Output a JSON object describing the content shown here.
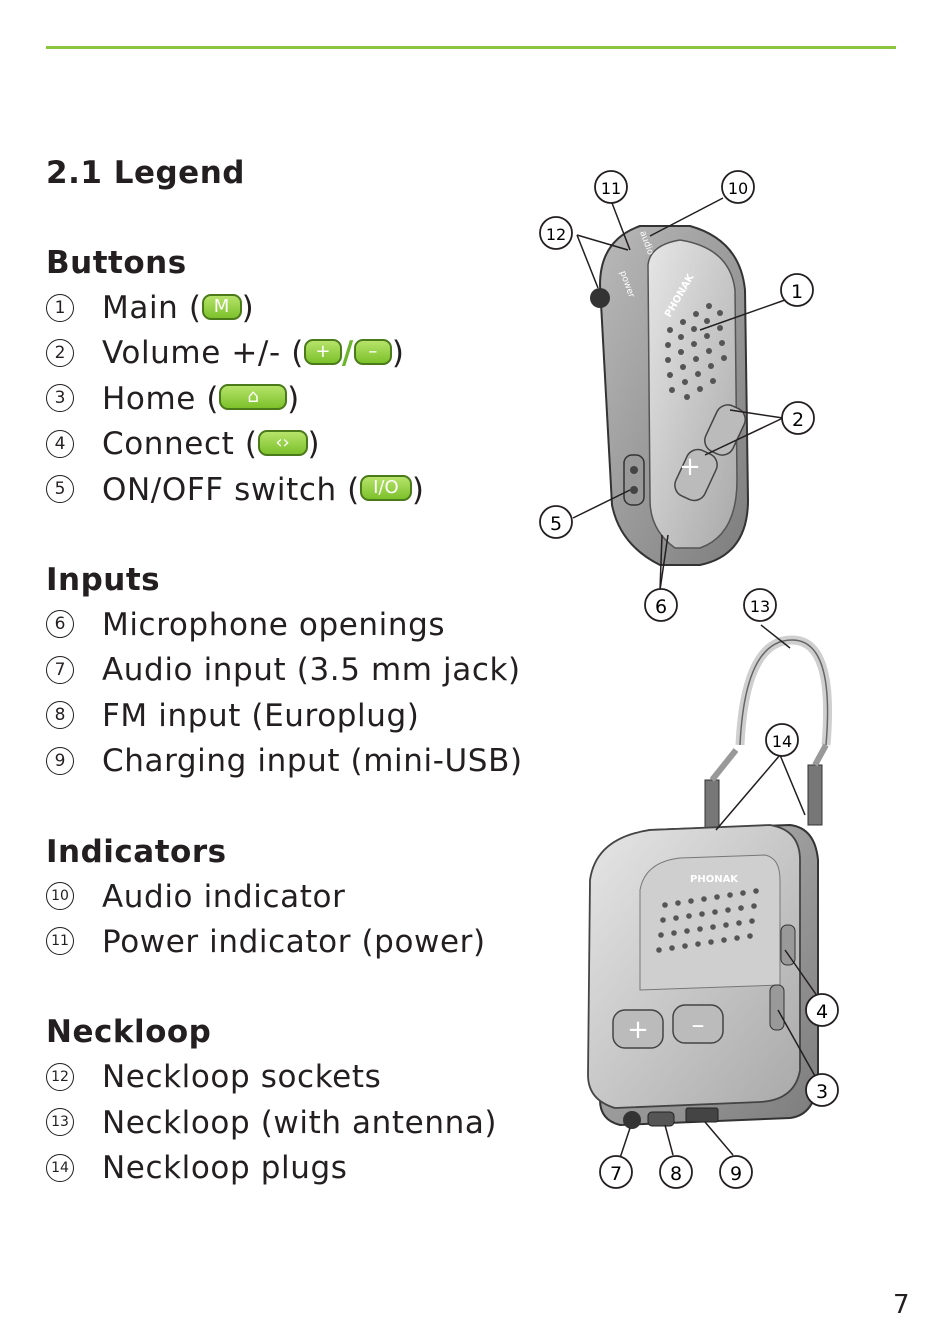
{
  "section_title": "2.1 Legend",
  "groups": [
    {
      "heading": "Buttons",
      "items": [
        {
          "num": "1",
          "label": "Main (",
          "btn": "M",
          "end": ")"
        },
        {
          "num": "2",
          "label": "Volume +/- (",
          "btn": "+",
          "btn2": "–",
          "end": ")"
        },
        {
          "num": "3",
          "label": "Home (",
          "btn": "⌂",
          "end": ")"
        },
        {
          "num": "4",
          "label": "Connect (",
          "btn": "‹›",
          "end": ")"
        },
        {
          "num": "5",
          "label": "ON/OFF switch (",
          "btn": "I/O",
          "end": ")"
        }
      ]
    },
    {
      "heading": "Inputs",
      "items": [
        {
          "num": "6",
          "label": "Microphone openings"
        },
        {
          "num": "7",
          "label": "Audio input (3.5 mm jack)"
        },
        {
          "num": "8",
          "label": "FM input (Europlug)"
        },
        {
          "num": "9",
          "label": "Charging input (mini-USB)"
        }
      ]
    },
    {
      "heading": "Indicators",
      "items": [
        {
          "num": "10",
          "label": "Audio indicator"
        },
        {
          "num": "11",
          "label": "Power indicator (power)"
        }
      ]
    },
    {
      "heading": "Neckloop",
      "items": [
        {
          "num": "12",
          "label": "Neckloop sockets"
        },
        {
          "num": "13",
          "label": "Neckloop (with antenna)"
        },
        {
          "num": "14",
          "label": "Neckloop plugs"
        }
      ]
    }
  ],
  "device_text": {
    "brand": "PHONAK",
    "power_label": "power",
    "audio_label": "audio"
  },
  "callouts": [
    "1",
    "2",
    "3",
    "4",
    "5",
    "6",
    "7",
    "8",
    "9",
    "10",
    "11",
    "12",
    "13",
    "14"
  ],
  "page_number": "7",
  "colors": {
    "accent": "#8cc63f",
    "button_green": "#7cc12b",
    "text": "#231f20"
  }
}
